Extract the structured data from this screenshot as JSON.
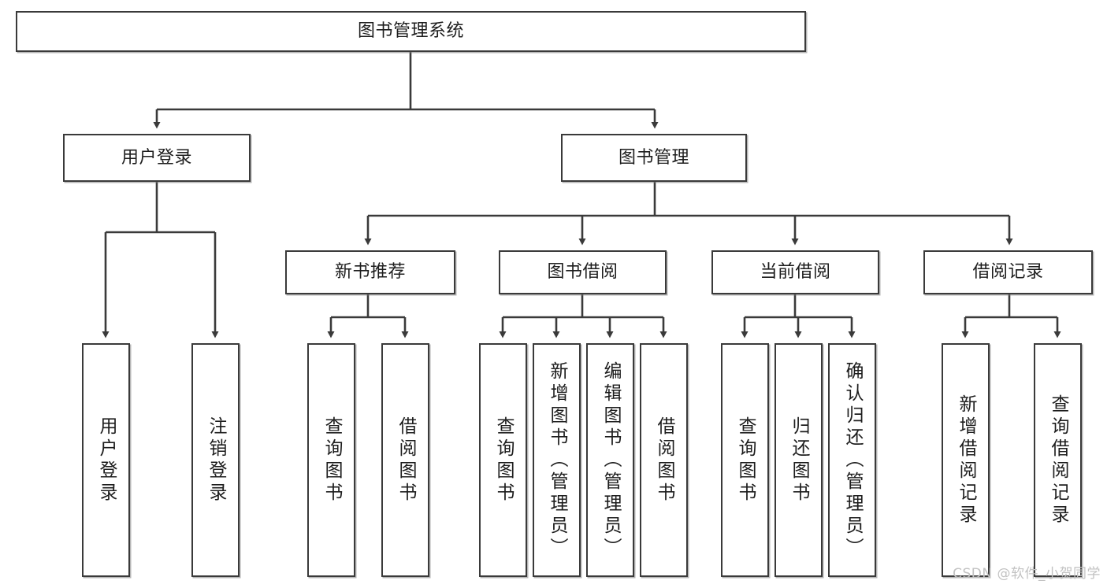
{
  "diagram": {
    "type": "tree-hierarchy",
    "title": "图书管理系统",
    "watermark": "CSDN @软件_小贺同学",
    "colors": {
      "node_border": "#3a3a3a",
      "node_fill": "#ffffff",
      "edge": "#3a3a3a",
      "text": "#1d1d1d",
      "watermark": "#c2c2c2",
      "background": "#ffffff"
    },
    "levels": {
      "root": "图书管理系统",
      "level2": [
        "用户登录",
        "图书管理"
      ],
      "level3": [
        "新书推荐",
        "图书借阅",
        "当前借阅",
        "借阅记录"
      ]
    },
    "nodes": {
      "root": {
        "label": "图书管理系统"
      },
      "user_login": {
        "label": "用户登录"
      },
      "book_manage": {
        "label": "图书管理"
      },
      "new_book_rec": {
        "label": "新书推荐"
      },
      "book_borrow": {
        "label": "图书借阅"
      },
      "current_borrow": {
        "label": "当前借阅"
      },
      "borrow_record": {
        "label": "借阅记录"
      },
      "leaf_user_login": {
        "label": "用户登录"
      },
      "leaf_logout": {
        "label": "注销登录"
      },
      "leaf_query_book_1": {
        "label": "查询图书"
      },
      "leaf_borrow_book_1": {
        "label": "借阅图书"
      },
      "leaf_query_book_2": {
        "label": "查询图书"
      },
      "leaf_add_book": {
        "label": "新增图书（管理员）"
      },
      "leaf_edit_book": {
        "label": "编辑图书（管理员）"
      },
      "leaf_borrow_book_2": {
        "label": "借阅图书"
      },
      "leaf_query_book_3": {
        "label": "查询图书"
      },
      "leaf_return_book": {
        "label": "归还图书"
      },
      "leaf_confirm_return": {
        "label": "确认归还（管理员）"
      },
      "leaf_add_record": {
        "label": "新增借阅记录"
      },
      "leaf_query_record": {
        "label": "查询借阅记录"
      }
    },
    "edges": [
      {
        "from": "root",
        "to": "user_login"
      },
      {
        "from": "root",
        "to": "book_manage"
      },
      {
        "from": "user_login",
        "to": "leaf_user_login"
      },
      {
        "from": "user_login",
        "to": "leaf_logout"
      },
      {
        "from": "book_manage",
        "to": "new_book_rec"
      },
      {
        "from": "book_manage",
        "to": "book_borrow"
      },
      {
        "from": "book_manage",
        "to": "current_borrow"
      },
      {
        "from": "book_manage",
        "to": "borrow_record"
      },
      {
        "from": "new_book_rec",
        "to": "leaf_query_book_1"
      },
      {
        "from": "new_book_rec",
        "to": "leaf_borrow_book_1"
      },
      {
        "from": "book_borrow",
        "to": "leaf_query_book_2"
      },
      {
        "from": "book_borrow",
        "to": "leaf_add_book"
      },
      {
        "from": "book_borrow",
        "to": "leaf_edit_book"
      },
      {
        "from": "book_borrow",
        "to": "leaf_borrow_book_2"
      },
      {
        "from": "current_borrow",
        "to": "leaf_query_book_3"
      },
      {
        "from": "current_borrow",
        "to": "leaf_return_book"
      },
      {
        "from": "current_borrow",
        "to": "leaf_confirm_return"
      },
      {
        "from": "borrow_record",
        "to": "leaf_add_record"
      },
      {
        "from": "borrow_record",
        "to": "leaf_query_record"
      }
    ]
  }
}
